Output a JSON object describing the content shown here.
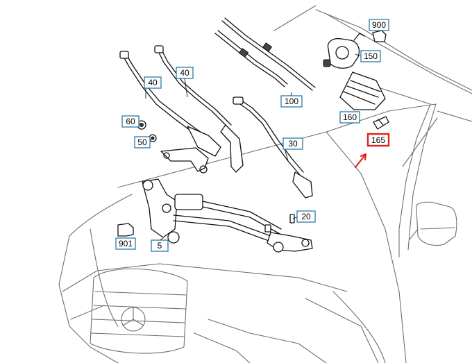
{
  "labels": [
    {
      "id": "900",
      "text": "900"
    },
    {
      "id": "150",
      "text": "150"
    },
    {
      "id": "40a",
      "text": "40"
    },
    {
      "id": "40b",
      "text": "40"
    },
    {
      "id": "100",
      "text": "100"
    },
    {
      "id": "160",
      "text": "160"
    },
    {
      "id": "60",
      "text": "60"
    },
    {
      "id": "165",
      "text": "165"
    },
    {
      "id": "50",
      "text": "50"
    },
    {
      "id": "30",
      "text": "30"
    },
    {
      "id": "20",
      "text": "20"
    },
    {
      "id": "901",
      "text": "901"
    },
    {
      "id": "5",
      "text": "5"
    }
  ],
  "highlight": {
    "label_id": "165",
    "color": "#e0201c"
  },
  "label_border_color": "#1a6fa0"
}
